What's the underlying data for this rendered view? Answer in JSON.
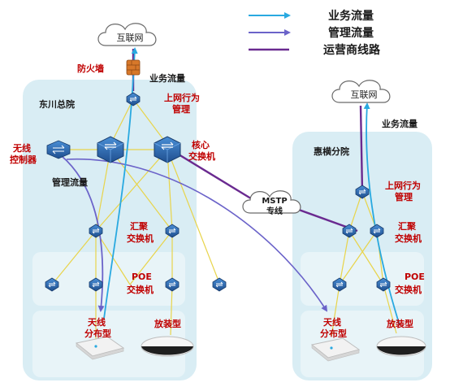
{
  "legend": {
    "business": "业务流量",
    "management": "管理流量",
    "carrier": "运营商线路",
    "colors": {
      "business": "#29a9e0",
      "management": "#6b63c9",
      "carrier": "#6a2a90"
    }
  },
  "hq": {
    "title": "东川总院",
    "internet": "互联网",
    "firewall": "防火墙",
    "business_flow": "业务流量",
    "behavior_line1": "上网行为",
    "behavior_line2": "管理",
    "wireless_line1": "无线",
    "wireless_line2": "控制器",
    "core_line1": "核心",
    "core_line2": "交换机",
    "mgmt_flow": "管理流量",
    "agg_line1": "汇聚",
    "agg_line2": "交换机",
    "poe_line1": "POE",
    "poe_line2": "交换机",
    "ap_dist_line1": "天线",
    "ap_dist_line2": "分布型",
    "ap_ceiling": "放装型"
  },
  "branch": {
    "title": "惠横分院",
    "internet": "互联网",
    "business_flow": "业务流量",
    "behavior_line1": "上网行为",
    "behavior_line2": "管理",
    "agg_line1": "汇聚",
    "agg_line2": "交换机",
    "poe_line1": "POE",
    "poe_line2": "交换机",
    "ap_dist_line1": "天线",
    "ap_dist_line2": "分布型",
    "ap_ceiling": "放装型"
  },
  "mstp": {
    "line1": "MSTP",
    "line2": "专线"
  },
  "colors": {
    "label_red": "#c00000",
    "label_dark": "#1a1a1a",
    "zone_outer": "#d9edf4",
    "zone_inner": "#e8f4f8",
    "switch_blue": "#2f6fb7",
    "link_yellow": "#e8d44a"
  }
}
